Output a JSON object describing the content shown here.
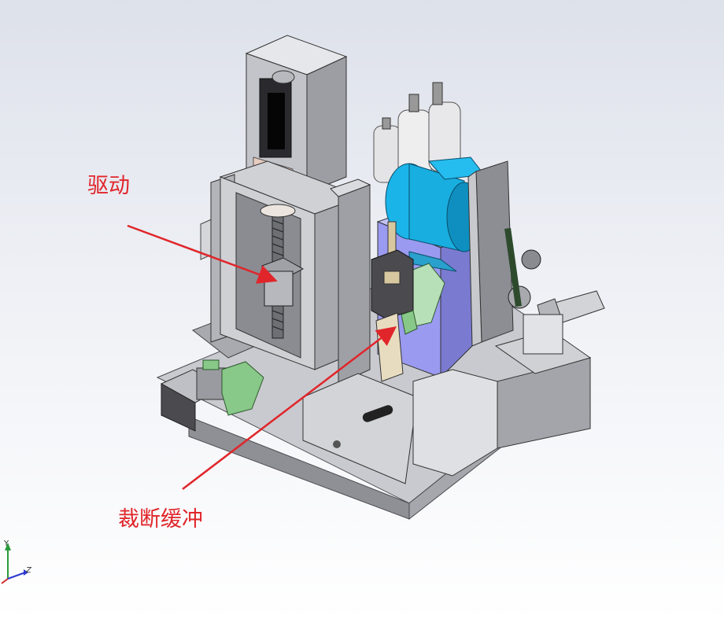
{
  "annotations": {
    "drive_label": "驱动",
    "cut_buffer_label": "裁断缓冲"
  },
  "triad": {
    "y_label": "Y",
    "z_label": "Z"
  },
  "colors": {
    "annotation_red": "#e0262b",
    "motor_cyan": "#1bb4e8",
    "bracket_blue": "#9a9af0",
    "clamp_green": "#88c888",
    "frame_gray": "#b6b7bc",
    "background_top": "#dde1ea",
    "background_bottom": "#ffffff"
  },
  "icons": [
    "coordinate-triad-icon"
  ]
}
